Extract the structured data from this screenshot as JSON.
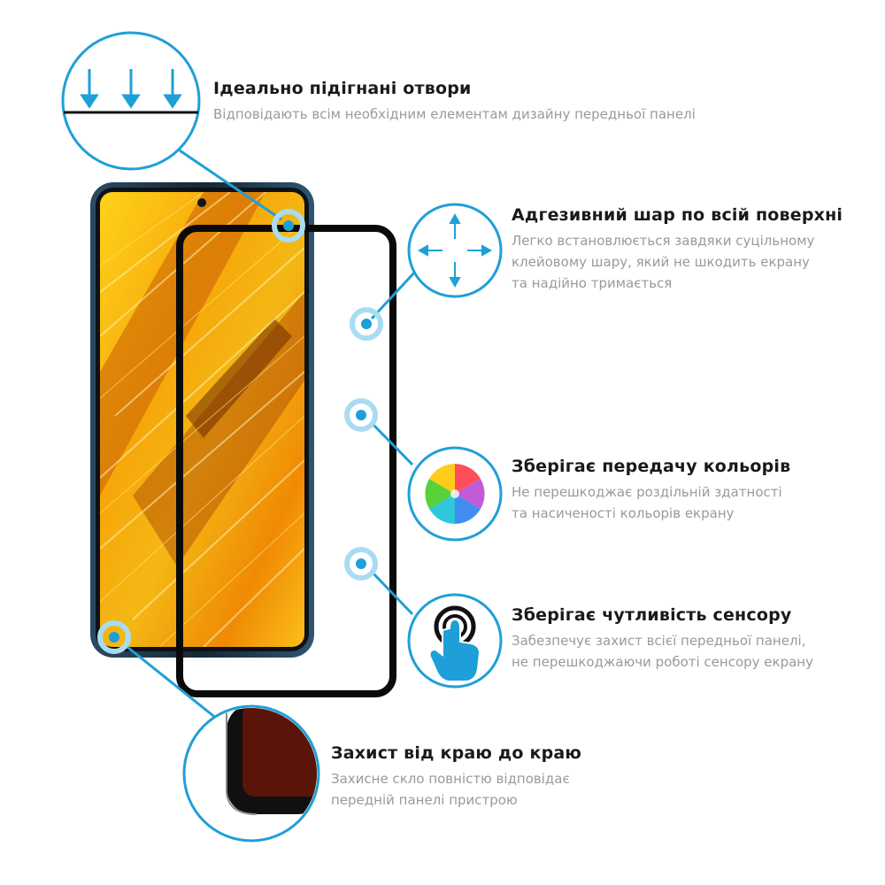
{
  "colors": {
    "accent": "#1f9fd8",
    "accent_light": "#a9dcf3",
    "glass_frame": "#0a0a0a",
    "phone_body": "#1d2d3a",
    "screen_gold": "#f6b30a",
    "title_text": "#1a1a1a",
    "desc_text": "#9a9a9a"
  },
  "features": {
    "holes": {
      "icon": "three-down-arrows-icon",
      "title": "Ідеально підігнані отвори",
      "desc": [
        "Відповідають всім необхідним елементам дизайну передньої панелі"
      ]
    },
    "adhesive": {
      "icon": "four-way-arrows-icon",
      "title": "Адгезивний шар по всій поверхні",
      "desc": [
        "Легко встановлюється завдяки суцільному",
        "клейовому шару, який не шкодить екрану",
        "та надійно тримається"
      ]
    },
    "colors": {
      "icon": "color-wheel-icon",
      "title": "Зберігає передачу кольорів",
      "desc": [
        "Не перешкоджає роздільній здатності",
        "та насиченості кольорів екрану"
      ]
    },
    "touch": {
      "icon": "touch-finger-icon",
      "title": "Зберігає чутливість сенсору",
      "desc": [
        "Забезпечує захист всієї передньої панелі,",
        "не перешкоджаючи роботі сенсору екрану"
      ]
    },
    "edge": {
      "icon": "edge-corner-closeup-icon",
      "title": "Захист від краю до краю",
      "desc": [
        "Захисне скло повністю відповідає",
        "передній панелі пристрою"
      ]
    }
  }
}
